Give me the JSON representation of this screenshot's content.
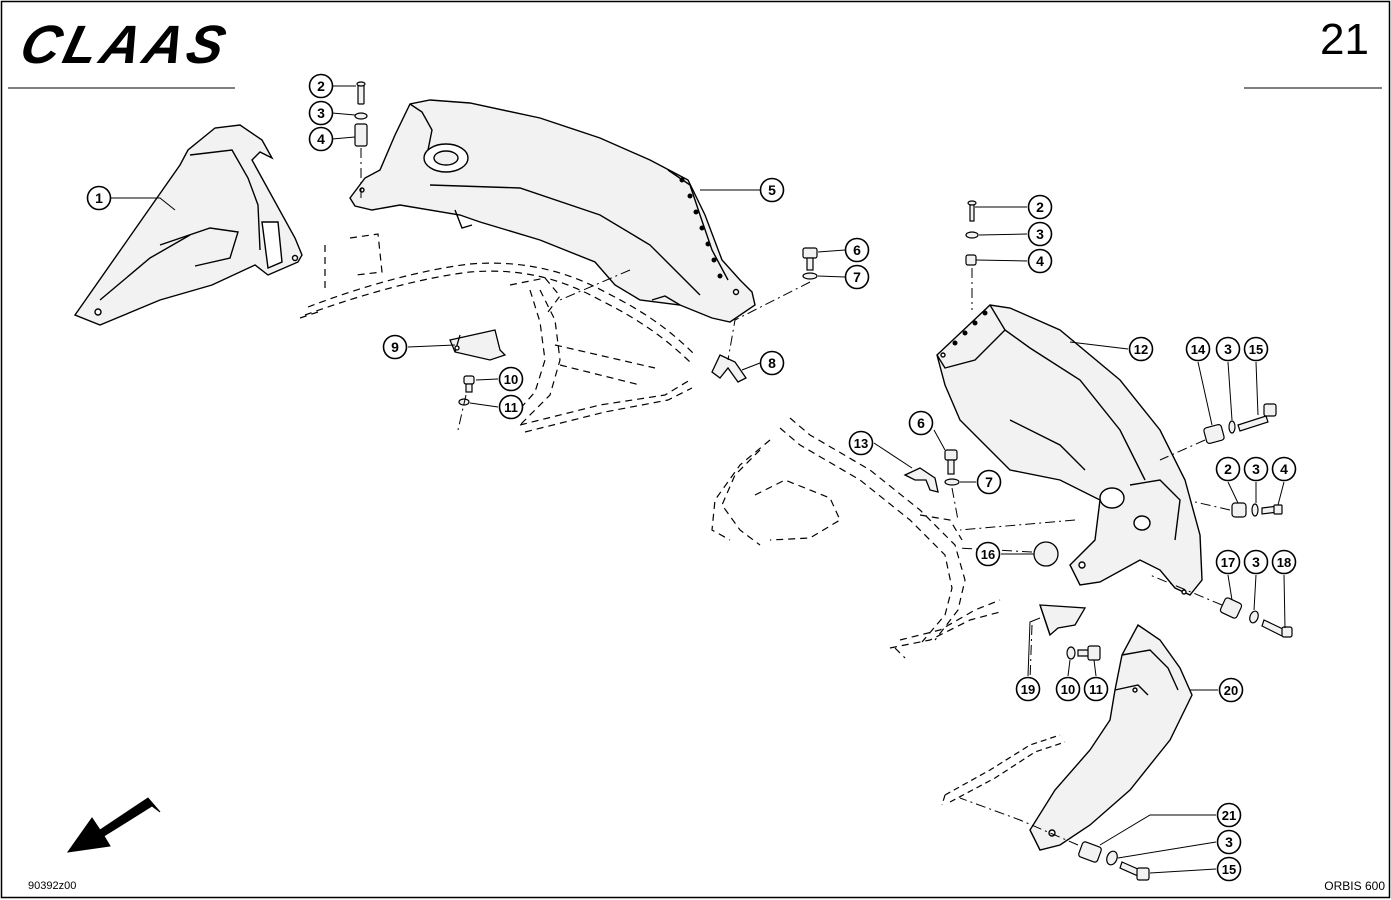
{
  "header": {
    "brand_logo": "CLAAS",
    "page_number": "21"
  },
  "footer": {
    "drawing_code": "90392z00",
    "model": "ORBIS 600"
  },
  "callouts": [
    {
      "id": "c1",
      "label": "1"
    },
    {
      "id": "c2a",
      "label": "2"
    },
    {
      "id": "c3a",
      "label": "3"
    },
    {
      "id": "c4a",
      "label": "4"
    },
    {
      "id": "c5",
      "label": "5"
    },
    {
      "id": "c6a",
      "label": "6"
    },
    {
      "id": "c7a",
      "label": "7"
    },
    {
      "id": "c8",
      "label": "8"
    },
    {
      "id": "c9",
      "label": "9"
    },
    {
      "id": "c10a",
      "label": "10"
    },
    {
      "id": "c11a",
      "label": "11"
    },
    {
      "id": "c2b",
      "label": "2"
    },
    {
      "id": "c3b",
      "label": "3"
    },
    {
      "id": "c4b",
      "label": "4"
    },
    {
      "id": "c12",
      "label": "12"
    },
    {
      "id": "c14",
      "label": "14"
    },
    {
      "id": "c3c",
      "label": "3"
    },
    {
      "id": "c15a",
      "label": "15"
    },
    {
      "id": "c6b",
      "label": "6"
    },
    {
      "id": "c13",
      "label": "13"
    },
    {
      "id": "c7b",
      "label": "7"
    },
    {
      "id": "c2c",
      "label": "2"
    },
    {
      "id": "c3d",
      "label": "3"
    },
    {
      "id": "c4c",
      "label": "4"
    },
    {
      "id": "c16",
      "label": "16"
    },
    {
      "id": "c17",
      "label": "17"
    },
    {
      "id": "c3e",
      "label": "3"
    },
    {
      "id": "c18",
      "label": "18"
    },
    {
      "id": "c19",
      "label": "19"
    },
    {
      "id": "c10b",
      "label": "10"
    },
    {
      "id": "c11b",
      "label": "11"
    },
    {
      "id": "c20",
      "label": "20"
    },
    {
      "id": "c21",
      "label": "21"
    },
    {
      "id": "c3f",
      "label": "3"
    },
    {
      "id": "c15b",
      "label": "15"
    }
  ],
  "colors": {
    "ink": "#000000",
    "paper": "#ffffff",
    "part_fill": "#f2f2f2"
  },
  "icons": {
    "direction_arrow": "arrow-down-left-icon"
  }
}
